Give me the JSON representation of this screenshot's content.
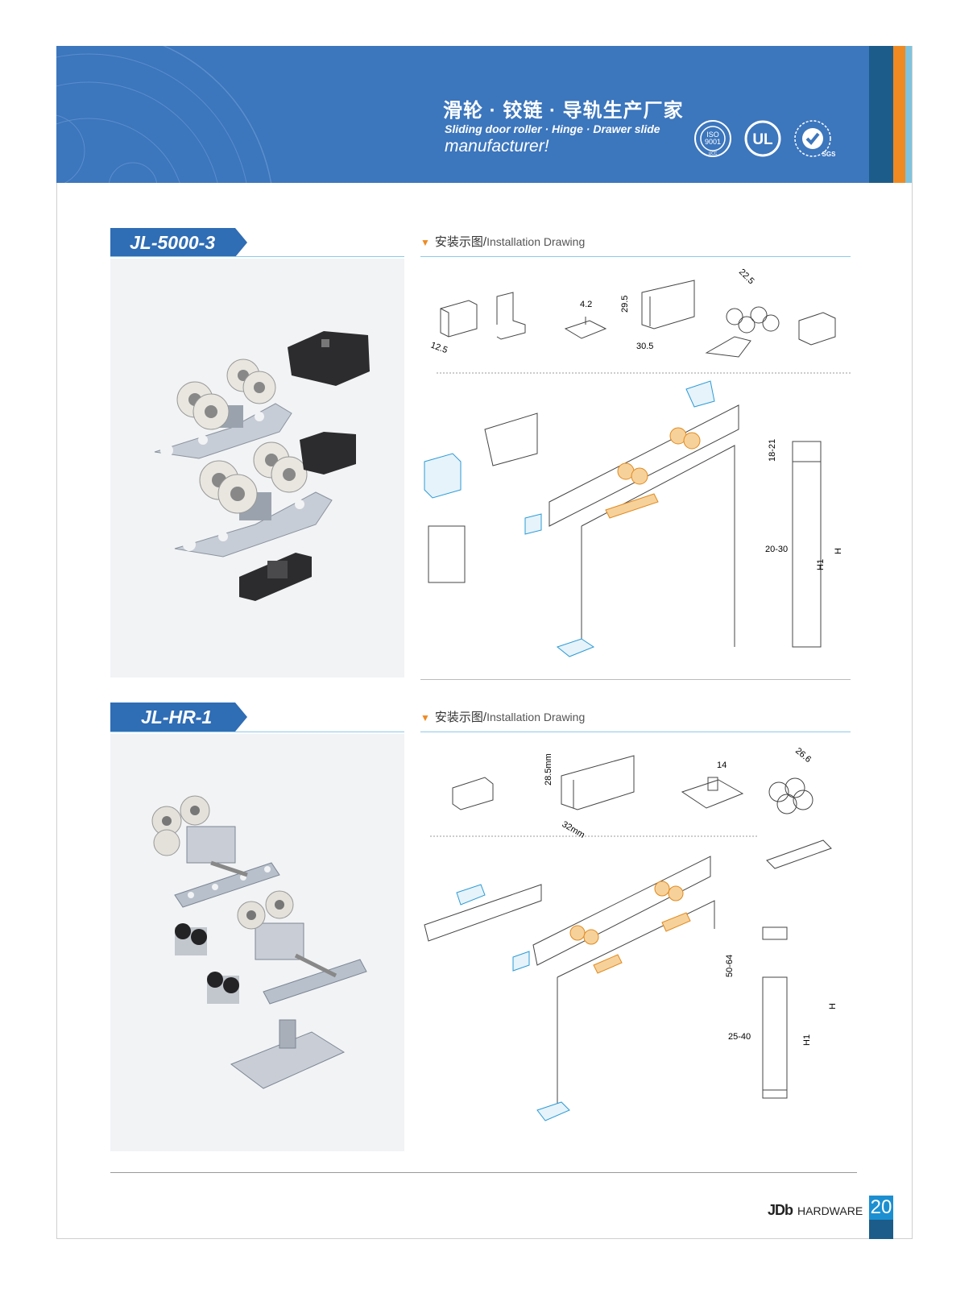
{
  "banner": {
    "title": "滑轮 · 铰链 · 导轨生产厂家",
    "subtitle": "Sliding door roller · Hinge · Drawer slide",
    "subtitle2": "manufacturer!",
    "certs": [
      {
        "icon": "iso-9001-seal-icon",
        "text": "ISO 9001",
        "sub": "UCC"
      },
      {
        "icon": "ul-logo-icon",
        "text": "UL"
      },
      {
        "icon": "sgs-check-icon",
        "text": "SGS"
      }
    ],
    "colors": {
      "blue": "#3c76bd",
      "navy": "#1c5c8a",
      "orange": "#ef8a22",
      "cyan": "#7fc3dc"
    }
  },
  "sections": [
    {
      "model": "JL-5000-3",
      "heading_cn": "安装示图/",
      "heading_en": "Installation Drawing",
      "dims": {
        "bracket": "12.5",
        "plate": "4.2",
        "track_h": "29.5",
        "track_w": "30.5",
        "roller": "22.5",
        "gap_top": "18-21",
        "gap_side": "20-30",
        "h1": "H1",
        "h": "H"
      }
    },
    {
      "model": "JL-HR-1",
      "heading_cn": "安装示图/",
      "heading_en": "Installation Drawing",
      "dims": {
        "track_h": "28.5mm",
        "track_w": "32mm",
        "pin": "14",
        "roller": "26.6",
        "gap_top": "50-64",
        "gap_side": "25-40",
        "h1": "H1",
        "h": "H"
      }
    }
  ],
  "footer": {
    "brand_logo": "JDb",
    "brand_text": "HARDWARE",
    "page": "20"
  }
}
